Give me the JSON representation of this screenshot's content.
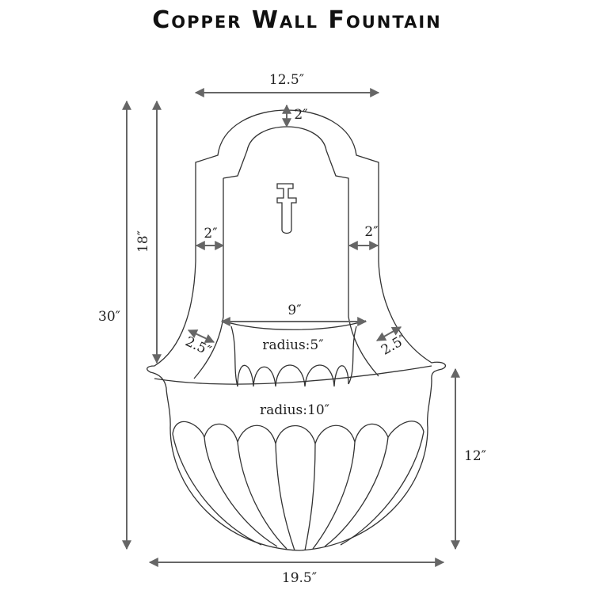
{
  "title": "Copper Wall Fountain",
  "dimensions": {
    "top_width": "12.5″",
    "arch_thickness": "2″",
    "inner_height": "18″",
    "total_height": "30″",
    "left_pillar": "2″",
    "right_pillar": "2″",
    "upper_basin_width": "9″",
    "upper_basin_radius": "radius:5″",
    "left_flare": "2.5″",
    "right_flare": "2.5″",
    "lower_basin_radius": "radius:10″",
    "lower_basin_height": "12″",
    "total_width": "19.5″"
  }
}
